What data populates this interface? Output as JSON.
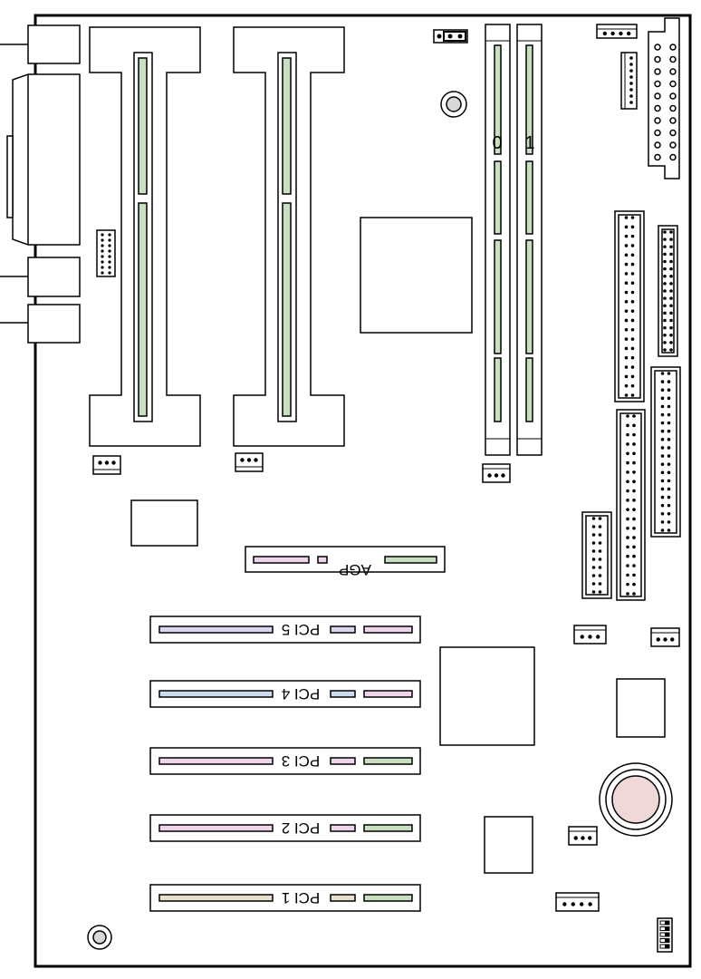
{
  "board": {
    "dimm_labels": [
      "0",
      "1"
    ],
    "agp_label": "AGP",
    "pci_labels": [
      "PCI 5",
      "PCI 4",
      "PCI 3",
      "PCI 2",
      "PCI 1"
    ]
  },
  "colors": {
    "outline": "#000000",
    "slot_green": "#c8e0c0",
    "slot_pink": "#f0d4ec",
    "slot_lavender": "#dcd4f0",
    "slot_blue": "#ccdcf0",
    "gray": "#d8d8d8",
    "battery": "#f0d8d8"
  }
}
